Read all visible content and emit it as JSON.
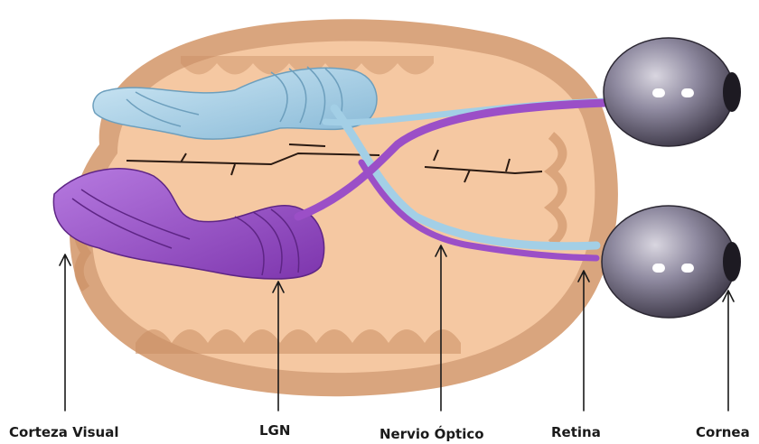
{
  "labels": {
    "visual_cortex": "Corteza Visual",
    "lgn": "LGN",
    "optic_nerve": "Nervio Óptico",
    "retina": "Retina",
    "cornea": "Cornea"
  },
  "colors": {
    "brain_outer": "#d9a57e",
    "brain_inner": "#f5c8a2",
    "brain_fold": "#c98e63",
    "left_pathway": "#a3cfe6",
    "right_pathway": "#9b4fc7",
    "eye": "#8f8aa0",
    "label": "#1a1a1a"
  },
  "icons": {
    "eye_top": "eyeball",
    "eye_bottom": "eyeball"
  }
}
